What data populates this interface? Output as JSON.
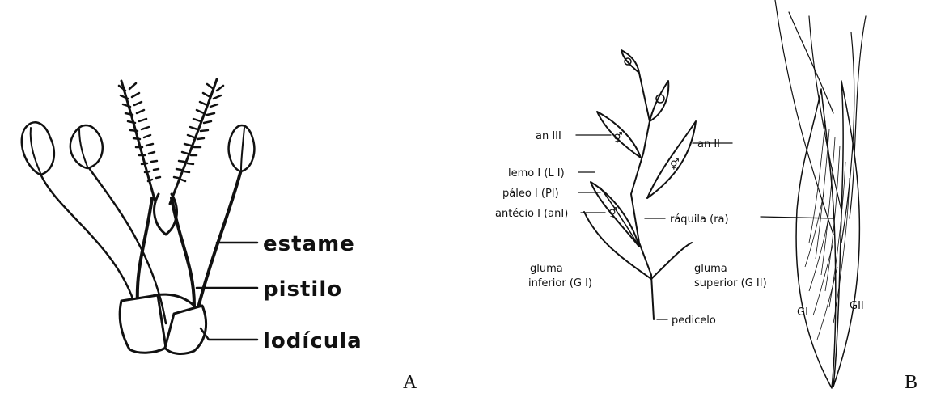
{
  "panel_a": {
    "tag": "A",
    "labels": {
      "estame": "estame",
      "pistilo": "pistilo",
      "lodicula": "lodícula"
    }
  },
  "panel_b": {
    "tag": "B",
    "labels": {
      "an3": "an III",
      "an2": "an II",
      "lemo1": "lemo I (L I)",
      "paleo1": "páleo I (PI)",
      "antecio1": "antécio I (anI)",
      "raquila": "ráquila (ra)",
      "gluma_inf_1": "gluma",
      "gluma_inf_2": "inferior (G I)",
      "gluma_sup_1": "gluma",
      "gluma_sup_2": "superior (G II)",
      "pedicelo": "pedicelo",
      "gi": "GI",
      "gii": "GII"
    }
  }
}
